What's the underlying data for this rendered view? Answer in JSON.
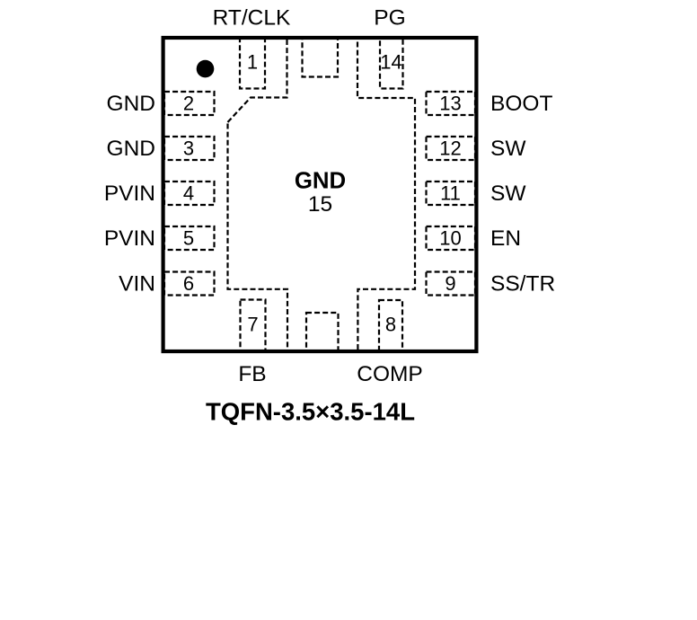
{
  "title": "TQFN-3.5×3.5-14L",
  "package_type": "TQFN",
  "colors": {
    "ink": "#000000",
    "background": "#ffffff"
  },
  "center_pad": {
    "label": "GND",
    "number": "15"
  },
  "pins": {
    "top": [
      {
        "number": "1",
        "label": "RT/CLK"
      },
      {
        "number": "14",
        "label": "PG"
      }
    ],
    "left": [
      {
        "number": "2",
        "label": "GND"
      },
      {
        "number": "3",
        "label": "GND"
      },
      {
        "number": "4",
        "label": "PVIN"
      },
      {
        "number": "5",
        "label": "PVIN"
      },
      {
        "number": "6",
        "label": "VIN"
      }
    ],
    "right": [
      {
        "number": "13",
        "label": "BOOT"
      },
      {
        "number": "12",
        "label": "SW"
      },
      {
        "number": "11",
        "label": "SW"
      },
      {
        "number": "10",
        "label": "EN"
      },
      {
        "number": "9",
        "label": "SS/TR"
      }
    ],
    "bottom": [
      {
        "number": "7",
        "label": "FB"
      },
      {
        "number": "8",
        "label": "COMP"
      }
    ]
  }
}
